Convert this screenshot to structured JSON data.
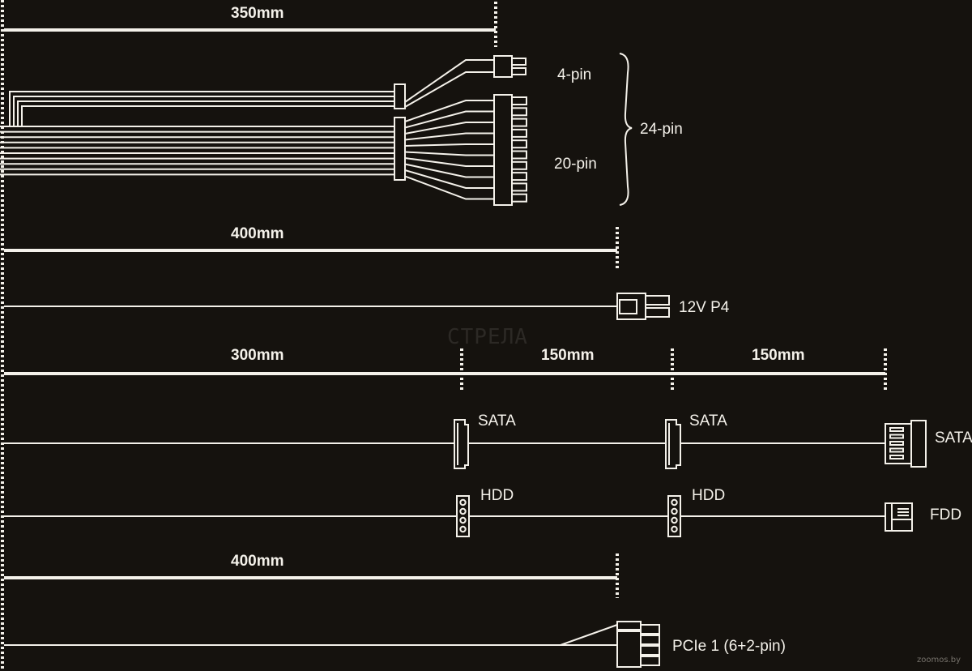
{
  "diagram": {
    "section_mb": {
      "length": "350mm",
      "labels": {
        "four_pin": "4-pin",
        "twenty_pin": "20-pin",
        "twenty_four_pin": "24-pin"
      }
    },
    "section_cpu": {
      "length": "400mm",
      "connector": "12V P4"
    },
    "section_peripheral": {
      "lengths": [
        "300mm",
        "150mm",
        "150mm"
      ],
      "sata": [
        "SATA",
        "SATA",
        "SATA"
      ],
      "molex": [
        "HDD",
        "HDD",
        "FDD"
      ]
    },
    "section_pcie": {
      "length": "400mm",
      "connector": "PCIe 1 (6+2-pin)"
    },
    "watermarks": {
      "center": "СТРЕЛА",
      "corner": "zoomos.by"
    },
    "colors": {
      "background": "#15120e",
      "line": "#f4f1ea"
    }
  }
}
